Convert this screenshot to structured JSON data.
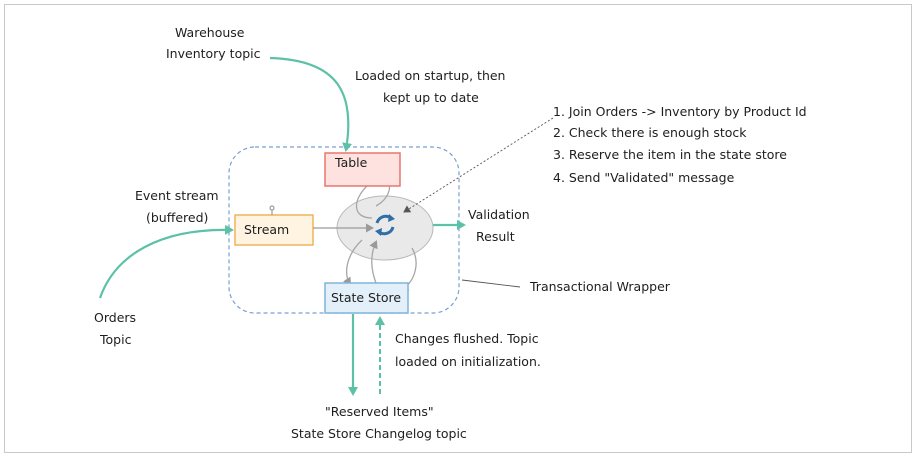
{
  "labels": {
    "warehouse_line1": "Warehouse",
    "warehouse_line2": "Inventory topic",
    "loaded_line1": "Loaded on startup, then",
    "loaded_line2": "kept up to date",
    "steps": [
      "1. Join Orders -> Inventory by Product Id",
      "2. Check there is enough stock",
      "3. Reserve the item in the state store",
      "4. Send \"Validated\" message"
    ],
    "event_line1": "Event stream",
    "event_line2": "(buffered)",
    "table": "Table",
    "stream": "Stream",
    "state_store": "State Store",
    "validation_line1": "Validation",
    "validation_line2": "Result",
    "transactional_wrapper": "Transactional Wrapper",
    "orders_line1": "Orders",
    "orders_line2": "Topic",
    "changes_line1": "Changes flushed. Topic",
    "changes_line2": "loaded on initialization.",
    "reserved_line1": "\"Reserved Items\"",
    "reserved_line2": "State Store Changelog topic"
  },
  "colors": {
    "arrow_teal": "#5cc1a6",
    "table_border": "#e8766d",
    "table_fill": "#fde2df",
    "stream_border": "#f0b35b",
    "stream_fill": "#fff4e1",
    "store_border": "#7fb5d9",
    "store_fill": "#e3f0fa",
    "ellipse_fill": "#e9e9e9",
    "wrapper_dash": "#7a9fd1",
    "cycle_icon": "#2f6ea8"
  },
  "icons": {
    "process": "cycle-arrows-icon"
  }
}
